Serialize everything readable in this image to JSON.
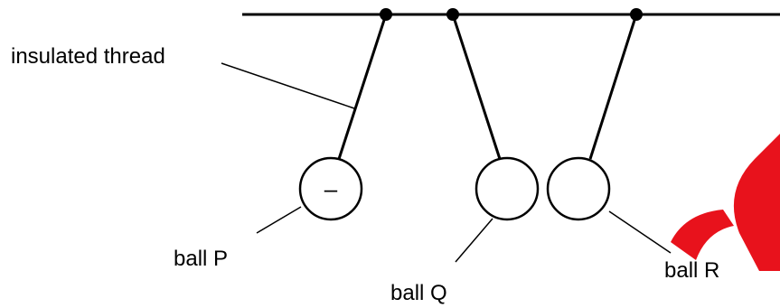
{
  "labels": {
    "thread": "insulated thread",
    "ball_p": "ball P",
    "ball_q": "ball Q",
    "ball_r": "ball R"
  },
  "ball_p_charge": "–",
  "colors": {
    "line": "#000000",
    "watermark": "#e8121c"
  }
}
